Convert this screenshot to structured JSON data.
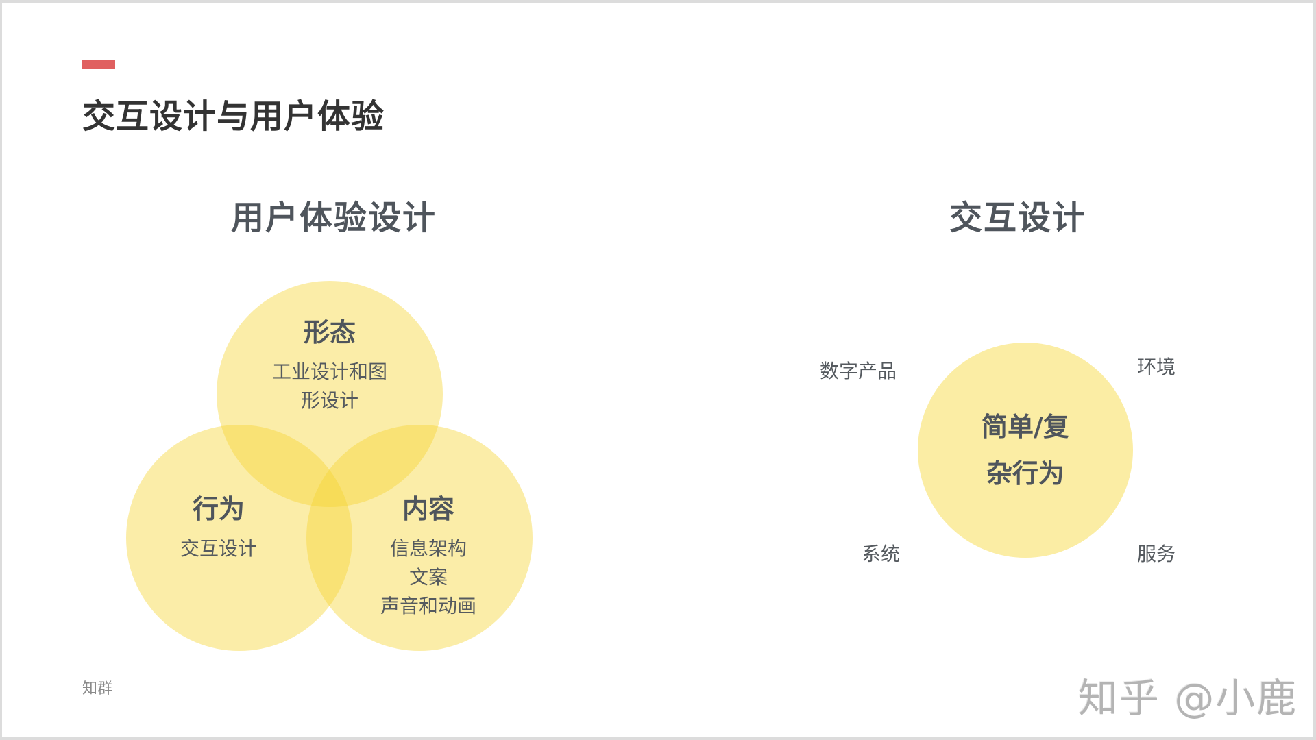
{
  "slide": {
    "title": "交互设计与用户体验",
    "accent_color": "#e06060",
    "footer_brand": "知群",
    "watermark": "知乎 @小鹿"
  },
  "ux_diagram": {
    "title": "用户体验设计",
    "circles": [
      {
        "title": "形态",
        "lines": [
          "工业设计和图",
          "形设计"
        ]
      },
      {
        "title": "行为",
        "lines": [
          "交互设计"
        ]
      },
      {
        "title": "内容",
        "lines": [
          "信息架构",
          "文案",
          "声音和动画"
        ]
      }
    ],
    "circle_color": "#fbeda4",
    "overlap_color": "#f9e47c",
    "center_overlap_color": "#f7dd5c"
  },
  "ixd_diagram": {
    "title": "交互设计",
    "center_lines": [
      "简单/复",
      "杂行为"
    ],
    "corner_labels": {
      "top_left": "数字产品",
      "top_right": "环境",
      "bottom_left": "系统",
      "bottom_right": "服务"
    }
  }
}
